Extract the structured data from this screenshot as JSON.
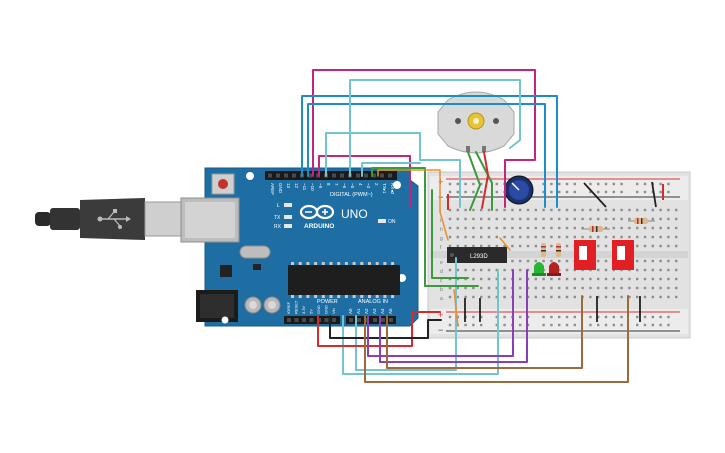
{
  "arduino": {
    "brand": "ARDUINO",
    "model": "UNO",
    "digital_header": "DIGITAL (PWM~)",
    "power_header": "POWER",
    "analog_header": "ANALOG IN",
    "digital_pins": [
      "AREF",
      "GND",
      "13",
      "12",
      "~11",
      "~10",
      "~9",
      "8",
      "7",
      "~6",
      "~5",
      "4",
      "~3",
      "2",
      "TX▸1",
      "RX◂0"
    ],
    "power_pins": [
      "IOREF",
      "RESET",
      "3.3V",
      "5V",
      "GND",
      "GND",
      "Vin"
    ],
    "analog_pins": [
      "A0",
      "A1",
      "A2",
      "A3",
      "A4",
      "A5"
    ],
    "led_labels": [
      "L",
      "TX",
      "RX"
    ],
    "on_label": "ON"
  },
  "chip": {
    "label": "L293D"
  },
  "breadboard": {
    "row_letters_top": [
      "j",
      "i",
      "h",
      "g",
      "f"
    ],
    "row_letters_bottom": [
      "e",
      "d",
      "c",
      "b",
      "a"
    ],
    "rail_plus": "+",
    "rail_minus": "−"
  },
  "colors": {
    "board": "#1f6ea3",
    "magenta": "#c0267e",
    "blue": "#1c8dc8",
    "cyan": "#72c4cf",
    "green": "#3a9b3c",
    "purple": "#8a3fb3",
    "brown": "#9c6a3c",
    "orange": "#e8902b",
    "red": "#d52b2b",
    "black": "#222222"
  }
}
